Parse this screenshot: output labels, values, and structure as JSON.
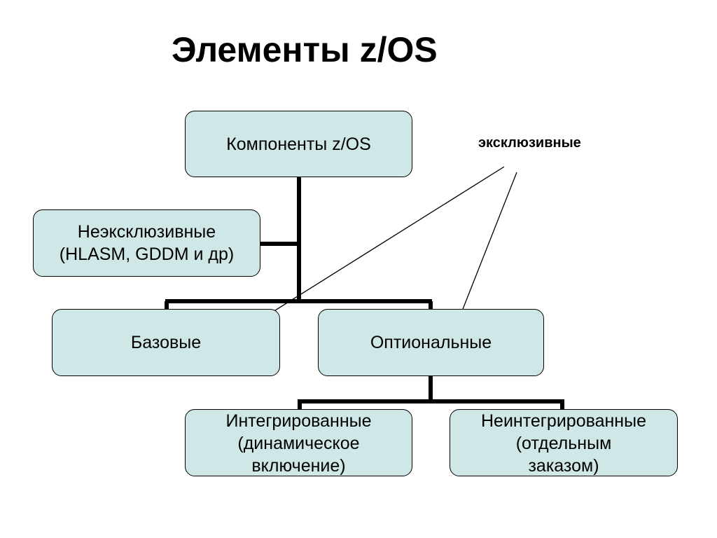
{
  "slide": {
    "title": "Элементы z/OS",
    "exclusive_label": "эксклюзивные"
  },
  "nodes": {
    "root": "Компоненты z/OS",
    "nonexclusive": [
      "Неэксклюзивные",
      "(HLASM, GDDM и др)"
    ],
    "base": "Базовые",
    "optional": "Оптиональные",
    "integrated": [
      "Интегрированные",
      "(динамическое",
      "включение)"
    ],
    "nonintegrated": [
      "Неинтегрированные",
      "(отдельным",
      "заказом)"
    ]
  },
  "colors": {
    "box_fill": "#cfe7e6",
    "line": "#000000"
  }
}
